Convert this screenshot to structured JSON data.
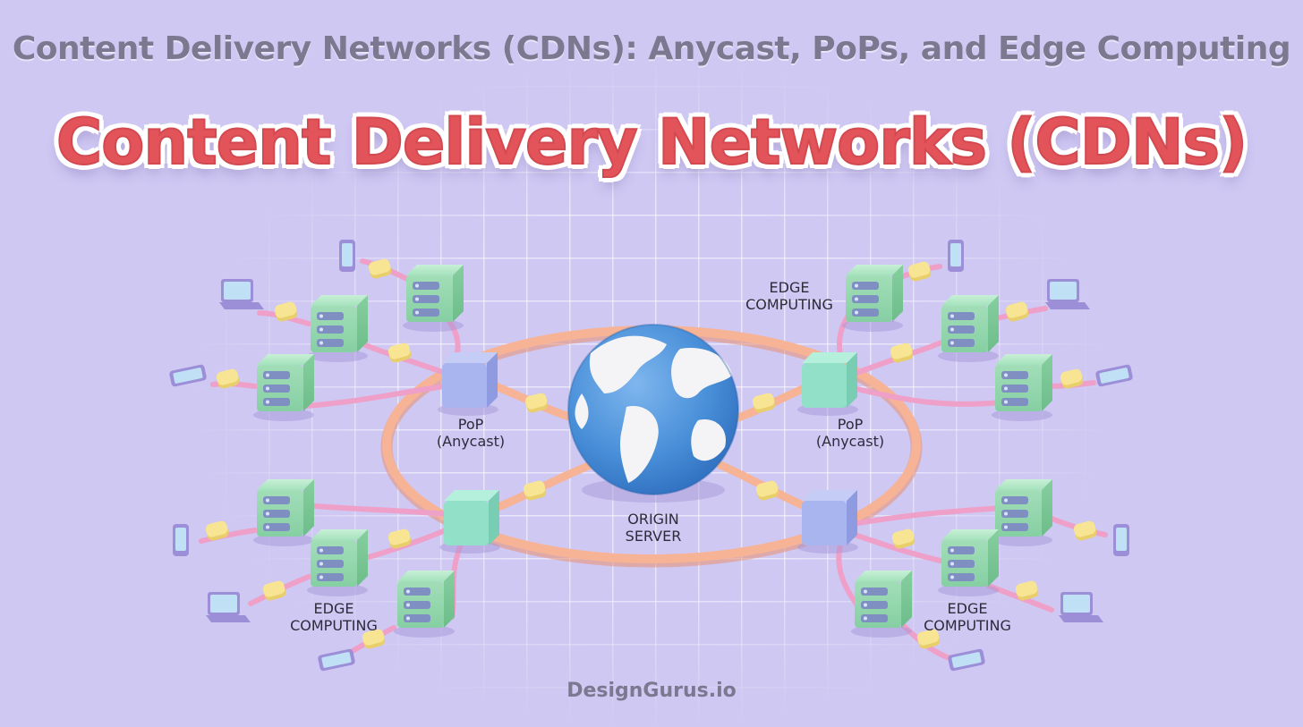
{
  "header": {
    "subtitle": "Content Delivery Networks (CDNs): Anycast, PoPs, and Edge Computing",
    "title": "Content Delivery Networks (CDNs)"
  },
  "nodes": {
    "origin": {
      "line1": "ORIGIN",
      "line2": "SERVER"
    },
    "pop_left": {
      "line1": "PoP",
      "line2": "(Anycast)"
    },
    "pop_right": {
      "line1": "PoP",
      "line2": "(Anycast)"
    },
    "edge_top_right": {
      "line1": "EDGE",
      "line2": "COMPUTING"
    },
    "edge_bottom_left": {
      "line1": "EDGE",
      "line2": "COMPUTING"
    },
    "edge_bottom_right": {
      "line1": "EDGE",
      "line2": "COMPUTING"
    }
  },
  "footer": {
    "brand": "DesignGurus.io"
  },
  "colors": {
    "background": "#cfc8f3",
    "title": "#e2545a",
    "subtitle": "#7c7890",
    "ring": "#f3a98a",
    "cable": "#ee9bc6",
    "server": "#9fdcb5",
    "pop_blue": "#a9b5ee",
    "pop_teal": "#93e0c9",
    "packet": "#f6e08a",
    "globe_ocean": "#4a90d9",
    "device": "#a99be3"
  },
  "icons": [
    "globe-icon",
    "server-rack-icon",
    "pop-cube-icon",
    "laptop-icon",
    "phone-icon",
    "tablet-icon",
    "data-packet-icon"
  ]
}
